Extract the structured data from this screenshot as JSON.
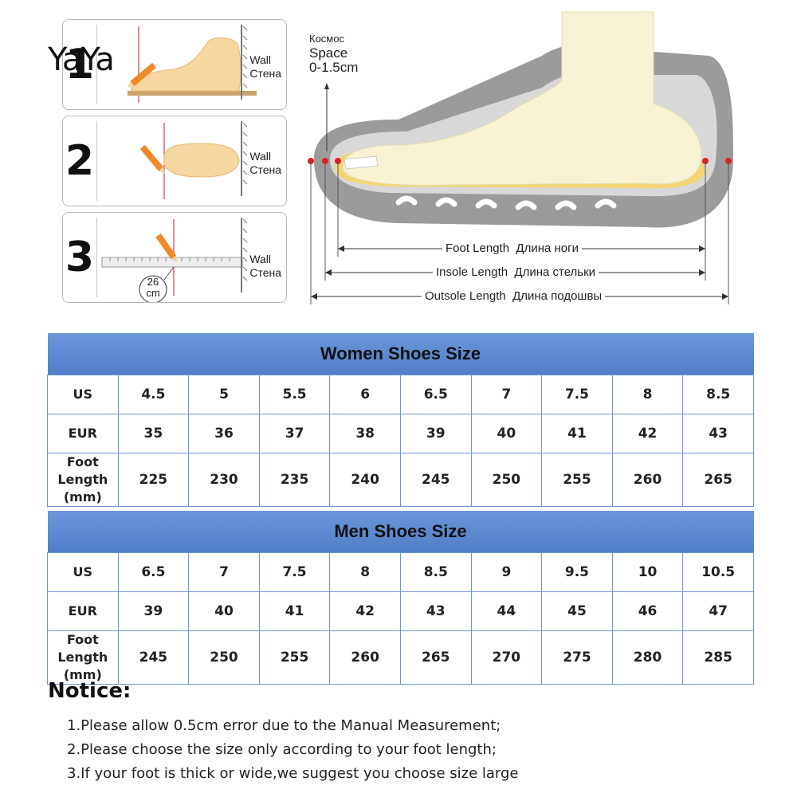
{
  "brand": "YaYa",
  "steps": [
    {
      "number": "1",
      "wall": "Wall",
      "wall_ru": "Стена"
    },
    {
      "number": "2",
      "wall": "Wall",
      "wall_ru": "Стена"
    },
    {
      "number": "3",
      "wall": "Wall",
      "wall_ru": "Стена",
      "ruler_value": "26",
      "ruler_unit": "cm"
    }
  ],
  "diagram": {
    "space_ru": "Космос",
    "space": "Space",
    "space_range": "0-1.5",
    "space_unit": "cm",
    "foot_length": "Foot Length",
    "foot_length_ru": "Длина ноги",
    "insole_length": "Insole Length",
    "insole_length_ru": "Длина стельки",
    "outsole_length": "Outsole Length",
    "outsole_length_ru": "Длина подошвы"
  },
  "women_table": {
    "title": "Women Shoes Size",
    "rows": [
      {
        "label": "US",
        "values": [
          "4.5",
          "5",
          "5.5",
          "6",
          "6.5",
          "7",
          "7.5",
          "8",
          "8.5"
        ]
      },
      {
        "label": "EUR",
        "values": [
          "35",
          "36",
          "37",
          "38",
          "39",
          "40",
          "41",
          "42",
          "43"
        ]
      },
      {
        "label": "Foot Length (mm)",
        "values": [
          "225",
          "230",
          "235",
          "240",
          "245",
          "250",
          "255",
          "260",
          "265"
        ]
      }
    ]
  },
  "men_table": {
    "title": "Men Shoes Size",
    "rows": [
      {
        "label": "US",
        "values": [
          "6.5",
          "7",
          "7.5",
          "8",
          "8.5",
          "9",
          "9.5",
          "10",
          "10.5"
        ]
      },
      {
        "label": "EUR",
        "values": [
          "39",
          "40",
          "41",
          "42",
          "43",
          "44",
          "45",
          "46",
          "47"
        ]
      },
      {
        "label": "Foot Length (mm)",
        "values": [
          "245",
          "250",
          "255",
          "260",
          "265",
          "270",
          "275",
          "280",
          "285"
        ]
      }
    ]
  },
  "notice": {
    "title": "Notice:",
    "items": [
      "1.Please allow 0.5cm error due to the Manual Measurement;",
      "2.Please choose the size only according to your foot length;",
      "3.If your foot is thick or wide,we suggest  you  choose size large"
    ]
  },
  "colors": {
    "table_header": "#5a8ad2",
    "table_border": "#6f97d3",
    "foot": "#f3d9a4",
    "sole": "#9a9a9a",
    "insole": "#f2d675",
    "marker": "#e02020"
  }
}
